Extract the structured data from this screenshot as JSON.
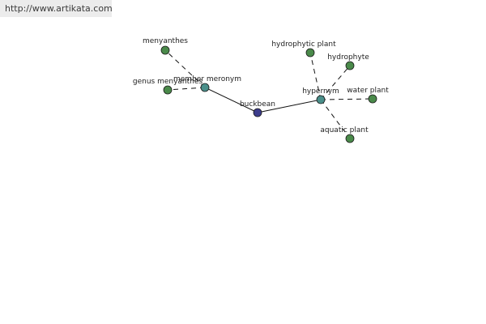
{
  "header": {
    "url_text": "http://www.artikata.com"
  },
  "colors": {
    "center_node": "#3d3d8c",
    "relation_node": "#4a8f8a",
    "leaf_node": "#4a8a4a",
    "banner_bg": "#ececec"
  },
  "graph": {
    "center": {
      "id": "buckbean",
      "label": "buckbean"
    },
    "relations": [
      {
        "id": "member_meronym",
        "label": "member meronym"
      },
      {
        "id": "hypernym",
        "label": "hypernym"
      }
    ],
    "leaves": [
      {
        "id": "menyanthes",
        "label": "menyanthes",
        "relation": "member_meronym"
      },
      {
        "id": "genus_menyanthes",
        "label": "genus menyanthes",
        "relation": "member_meronym"
      },
      {
        "id": "hydrophytic_plant",
        "label": "hydrophytic plant",
        "relation": "hypernym"
      },
      {
        "id": "hydrophyte",
        "label": "hydrophyte",
        "relation": "hypernym"
      },
      {
        "id": "water_plant",
        "label": "water plant",
        "relation": "hypernym"
      },
      {
        "id": "aquatic_plant",
        "label": "aquatic plant",
        "relation": "hypernym"
      }
    ],
    "edges": [
      {
        "from": "buckbean",
        "to": "member_meronym",
        "style": "solid"
      },
      {
        "from": "buckbean",
        "to": "hypernym",
        "style": "solid"
      },
      {
        "from": "member_meronym",
        "to": "menyanthes",
        "style": "dashed"
      },
      {
        "from": "member_meronym",
        "to": "genus_menyanthes",
        "style": "dashed"
      },
      {
        "from": "hypernym",
        "to": "hydrophytic_plant",
        "style": "dashed"
      },
      {
        "from": "hypernym",
        "to": "hydrophyte",
        "style": "dashed"
      },
      {
        "from": "hypernym",
        "to": "water_plant",
        "style": "dashed"
      },
      {
        "from": "hypernym",
        "to": "aquatic_plant",
        "style": "dashed"
      }
    ]
  }
}
